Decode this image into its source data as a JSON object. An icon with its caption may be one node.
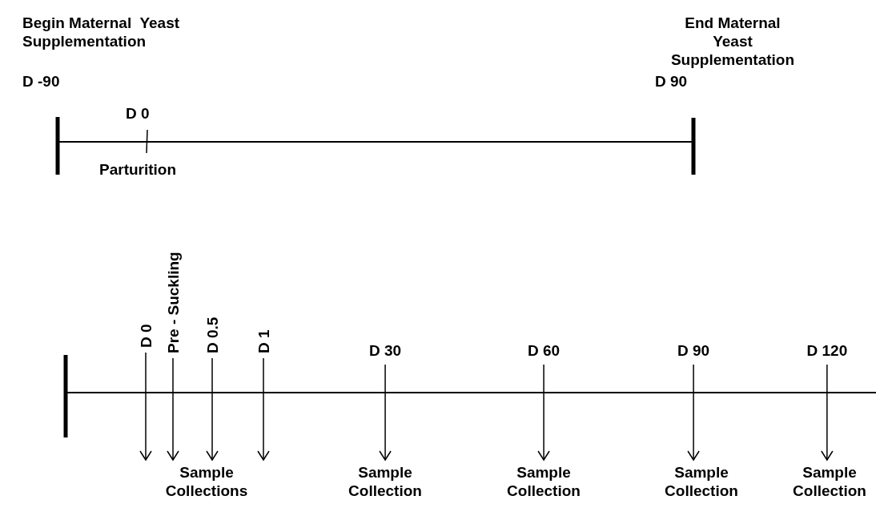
{
  "diagram": {
    "nodes": [
      {
        "text": [
          "D 0"
        ]
      },
      {
        "text": [
          "Pre - Suckling"
        ]
      },
      {
        "text": [
          "D 0.5"
        ]
      },
      {
        "text": [
          "D 1"
        ]
      },
      {
        "text": [
          "D 30"
        ]
      },
      {
        "text": [
          "D 60"
        ]
      },
      {
        "text": [
          "D 90"
        ]
      },
      {
        "text": [
          "D 120"
        ]
      },
      {
        "text": [
          "Sample Collections"
        ]
      },
      {
        "text": [
          "Sample Collection"
        ]
      },
      {
        "text": [
          "Sample Collection"
        ]
      },
      {
        "text": [
          "Sample Collection"
        ]
      },
      {
        "text": [
          "Sample Collection"
        ]
      }
    ],
    "edges": [
      {
        "from": 0,
        "to": 8,
        "arrow": "to"
      },
      {
        "from": 1,
        "to": 8,
        "arrow": "to"
      },
      {
        "from": 2,
        "to": 8,
        "arrow": "to"
      },
      {
        "from": 3,
        "to": 8,
        "arrow": "to"
      },
      {
        "from": 4,
        "to": 9,
        "arrow": "to"
      },
      {
        "from": 5,
        "to": 10,
        "arrow": "to"
      },
      {
        "from": 6,
        "to": 11,
        "arrow": "to"
      },
      {
        "from": 7,
        "to": 12,
        "arrow": "to"
      }
    ],
    "labels": [
      "Begin Maternal  Yeast Supplementation",
      "End Maternal Yeast Supplementation",
      "D -90",
      "D 0",
      "D 90",
      "Parturition"
    ]
  }
}
